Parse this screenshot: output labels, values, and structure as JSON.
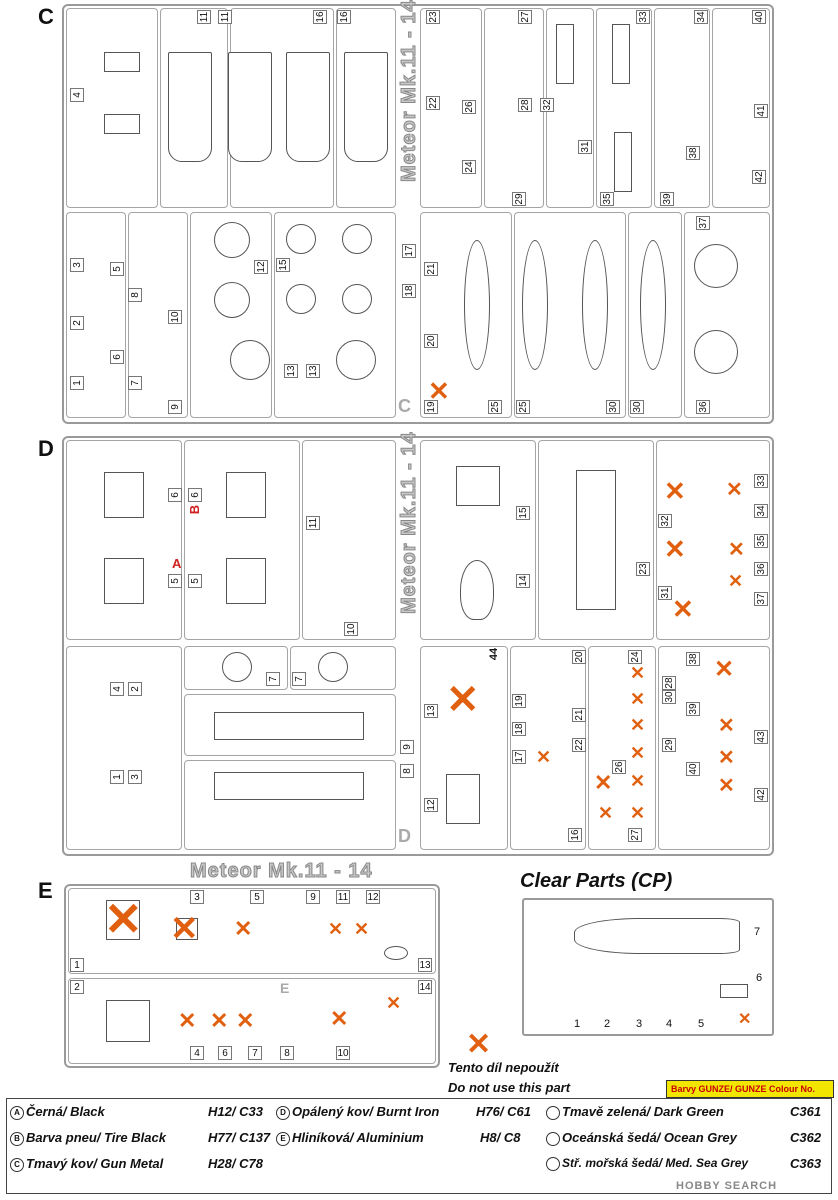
{
  "sprue_c": {
    "letter": "C",
    "name": "Meteor Mk.11 - 14",
    "corner_letter": "C",
    "top_numbers": [
      "11",
      "11",
      "16",
      "16",
      "23",
      "27",
      "33",
      "34",
      "40"
    ],
    "left_numbers": [
      "4",
      "3",
      "5",
      "2",
      "8",
      "10",
      "6",
      "1",
      "7",
      "9"
    ],
    "mid_numbers": [
      "12",
      "15",
      "17",
      "18",
      "13",
      "13",
      "21",
      "20",
      "19",
      "25",
      "25",
      "30",
      "30",
      "36",
      "37",
      "22",
      "24",
      "26",
      "28",
      "29",
      "31",
      "32",
      "35",
      "38",
      "39",
      "41",
      "42"
    ]
  },
  "sprue_d": {
    "letter": "D",
    "name": "Meteor Mk.11 - 14",
    "corner_letter": "D",
    "part_letters": [
      "A",
      "B"
    ],
    "numbers": [
      "6",
      "6",
      "5",
      "5",
      "11",
      "10",
      "15",
      "14",
      "23",
      "31",
      "32",
      "33",
      "34",
      "35",
      "36",
      "37",
      "2",
      "4",
      "1",
      "3",
      "7",
      "7",
      "9",
      "8",
      "13",
      "12",
      "44",
      "19",
      "18",
      "17",
      "16",
      "20",
      "21",
      "22",
      "26",
      "27",
      "24",
      "28",
      "29",
      "30",
      "38",
      "39",
      "40",
      "42",
      "43"
    ]
  },
  "sprue_e": {
    "letter": "E",
    "name": "Meteor Mk.11 - 14",
    "corner_letter": "E",
    "numbers": [
      "3",
      "5",
      "9",
      "11",
      "12",
      "1",
      "13",
      "2",
      "14",
      "4",
      "6",
      "7",
      "8",
      "10"
    ]
  },
  "clear_parts": {
    "title": "Clear Parts (CP)",
    "numbers": [
      "7",
      "6",
      "1",
      "2",
      "3",
      "4",
      "5"
    ]
  },
  "note": {
    "line1": "Tento díl nepoužít",
    "line2": "Do not use this part"
  },
  "paint_header": "Barvy GUNZE/ GUNZE Colour No.",
  "paints": [
    {
      "key": "A",
      "label": "Černá/ Black",
      "code": "H12/ C33"
    },
    {
      "key": "B",
      "label": "Barva pneu/ Tire Black",
      "code": "H77/ C137"
    },
    {
      "key": "C",
      "label": "Tmavý kov/ Gun Metal",
      "code": "H28/ C78"
    },
    {
      "key": "D",
      "label": "Opálený kov/ Burnt Iron",
      "code": "H76/ C61"
    },
    {
      "key": "E",
      "label": "Hliníková/ Aluminium",
      "code": "H8/ C8"
    },
    {
      "key": "",
      "label": "Tmavě zelená/ Dark Green",
      "code": "C361"
    },
    {
      "key": "",
      "label": "Oceánská šedá/ Ocean Grey",
      "code": "C362"
    },
    {
      "key": "",
      "label": "Stř. mořská šedá/ Med. Sea Grey",
      "code": "C363"
    }
  ],
  "watermark": "HOBBY SEARCH",
  "colors": {
    "accent_x": "#e06010",
    "header_bg": "#f2e600",
    "red_letter": "#d02020"
  }
}
